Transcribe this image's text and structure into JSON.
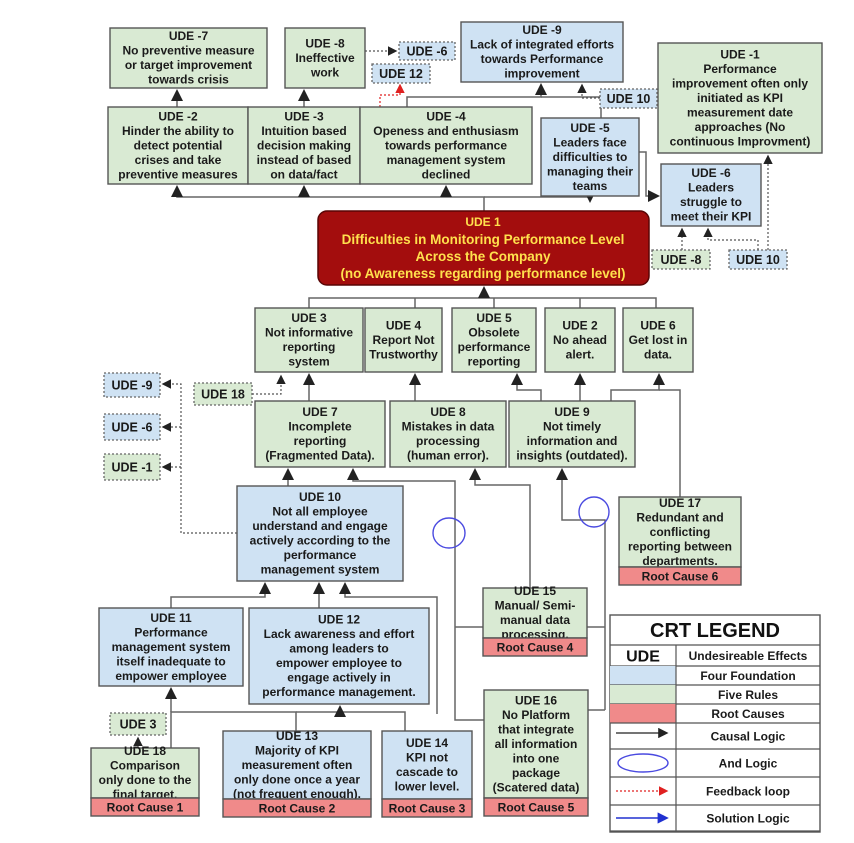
{
  "colors": {
    "four_foundation": "#cfe2f3",
    "five_rules": "#d9ead3",
    "root_cause": "#f08a8a",
    "core": "#a30d0d",
    "core_text": "#ffe14d",
    "border": "#555555",
    "causal": "#222222",
    "and_logic": "#4a4ae0",
    "feedback": "#e02020",
    "solution": "#2030d0"
  },
  "core_problem": {
    "id": "UDE 1",
    "lines": [
      "Difficulties in Monitoring Performance Level",
      "Across the Company",
      "(no Awareness regarding performance level)"
    ]
  },
  "upper_effects": [
    {
      "key": "ude_m7",
      "id": "UDE -7",
      "lines": [
        "No preventive measure",
        "or target improvement",
        "towards crisis"
      ],
      "type": "five_rules"
    },
    {
      "key": "ude_m8",
      "id": "UDE -8",
      "lines": [
        "Ineffective",
        "work"
      ],
      "type": "five_rules"
    },
    {
      "key": "ude_m9",
      "id": "UDE -9",
      "lines": [
        "Lack of integrated efforts",
        "towards Performance",
        "improvement"
      ],
      "type": "four_foundation"
    },
    {
      "key": "ude_m1",
      "id": "UDE -1",
      "lines": [
        "Performance",
        "improvement often only",
        "initiated as KPI",
        "measurement date",
        "approaches (No",
        "continuous Improvment)"
      ],
      "type": "five_rules"
    },
    {
      "key": "ude_m2",
      "id": "UDE -2",
      "lines": [
        "Hinder the ability to",
        "detect potential",
        "crises and take",
        "preventive measures"
      ],
      "type": "five_rules"
    },
    {
      "key": "ude_m3",
      "id": "UDE -3",
      "lines": [
        "Intuition based",
        "decision making",
        "instead of based",
        "on data/fact"
      ],
      "type": "five_rules"
    },
    {
      "key": "ude_m4",
      "id": "UDE -4",
      "lines": [
        "Openess and enthusiasm",
        "towards performance",
        "management system",
        "declined"
      ],
      "type": "five_rules"
    },
    {
      "key": "ude_m5",
      "id": "UDE -5",
      "lines": [
        "Leaders face",
        "difficulties to",
        "managing their",
        "teams"
      ],
      "type": "four_foundation"
    },
    {
      "key": "ude_m6",
      "id": "UDE -6",
      "lines": [
        "Leaders",
        "struggle to",
        "meet their KPI"
      ],
      "type": "four_foundation"
    }
  ],
  "lower_effects": [
    {
      "key": "ude3",
      "id": "UDE 3",
      "lines": [
        "Not informative",
        "reporting",
        "system"
      ],
      "type": "five_rules"
    },
    {
      "key": "ude4",
      "id": "UDE 4",
      "lines": [
        "Report Not",
        "Trustworthy"
      ],
      "type": "five_rules"
    },
    {
      "key": "ude5",
      "id": "UDE 5",
      "lines": [
        "Obsolete",
        "performance",
        "reporting"
      ],
      "type": "five_rules"
    },
    {
      "key": "ude2",
      "id": "UDE 2",
      "lines": [
        "No ahead",
        "alert."
      ],
      "type": "five_rules"
    },
    {
      "key": "ude6",
      "id": "UDE 6",
      "lines": [
        "Get lost in",
        "data."
      ],
      "type": "five_rules"
    },
    {
      "key": "ude7",
      "id": "UDE 7",
      "lines": [
        "Incomplete",
        "reporting",
        "(Fragmented Data)."
      ],
      "type": "five_rules"
    },
    {
      "key": "ude8",
      "id": "UDE 8",
      "lines": [
        "Mistakes in data",
        "processing",
        "(human error)."
      ],
      "type": "five_rules"
    },
    {
      "key": "ude9",
      "id": "UDE 9",
      "lines": [
        "Not timely",
        "information and",
        "insights (outdated)."
      ],
      "type": "five_rules"
    },
    {
      "key": "ude10",
      "id": "UDE 10",
      "lines": [
        "Not all employee",
        "understand and engage",
        "actively according to the",
        "performance",
        "management system"
      ],
      "type": "four_foundation"
    },
    {
      "key": "ude11",
      "id": "UDE 11",
      "lines": [
        "Performance",
        "management system",
        "itself inadequate to",
        "empower employee"
      ],
      "type": "four_foundation"
    },
    {
      "key": "ude12",
      "id": "UDE 12",
      "lines": [
        "Lack awareness and effort",
        "among leaders to",
        "empower employee to",
        "engage actively in",
        "performance management."
      ],
      "type": "four_foundation"
    },
    {
      "key": "ude13",
      "id": "UDE 13",
      "lines": [
        "Majority of KPI",
        "measurement often",
        "only done once a year",
        "(not frequent enough)."
      ],
      "type": "four_foundation",
      "root": "Root Cause 2"
    },
    {
      "key": "ude14",
      "id": "UDE 14",
      "lines": [
        "KPI not",
        "cascade to",
        "lower level."
      ],
      "type": "four_foundation",
      "root": "Root Cause 3"
    },
    {
      "key": "ude15",
      "id": "UDE 15",
      "lines": [
        "Manual/ Semi-",
        "manual data",
        "processing."
      ],
      "type": "five_rules",
      "root": "Root Cause 4"
    },
    {
      "key": "ude16",
      "id": "UDE 16",
      "lines": [
        "No Platform",
        "that integrate",
        "all information",
        "into one",
        "package",
        "(Scatered data)"
      ],
      "type": "five_rules",
      "root": "Root Cause 5"
    },
    {
      "key": "ude17",
      "id": "UDE 17",
      "lines": [
        "Redundant and",
        "conflicting",
        "reporting between",
        "departments."
      ],
      "type": "five_rules",
      "root": "Root Cause 6"
    },
    {
      "key": "ude18",
      "id": "UDE 18",
      "lines": [
        "Comparison",
        "only done to the",
        "final target."
      ],
      "type": "five_rules",
      "root": "Root Cause 1"
    }
  ],
  "reference_tags": [
    {
      "key": "tag_m6_top",
      "label": "UDE -6",
      "type": "four_foundation"
    },
    {
      "key": "tag_12_top",
      "label": "UDE 12",
      "type": "four_foundation"
    },
    {
      "key": "tag_10_top",
      "label": "UDE 10",
      "type": "four_foundation"
    },
    {
      "key": "tag_m8_mid",
      "label": "UDE -8",
      "type": "five_rules"
    },
    {
      "key": "tag_10_mid",
      "label": "UDE 10",
      "type": "four_foundation"
    },
    {
      "key": "tag_m9_left",
      "label": "UDE -9",
      "type": "four_foundation"
    },
    {
      "key": "tag_m6_left",
      "label": "UDE -6",
      "type": "four_foundation"
    },
    {
      "key": "tag_m1_left",
      "label": "UDE -1",
      "type": "five_rules"
    },
    {
      "key": "tag_18_left",
      "label": "UDE 18",
      "type": "five_rules"
    },
    {
      "key": "tag_3_bottom",
      "label": "UDE 3",
      "type": "five_rules"
    }
  ],
  "legend": {
    "title": "CRT LEGEND",
    "rows": [
      {
        "symbol": "text",
        "symbol_text": "UDE",
        "label": "Undesireable Effects"
      },
      {
        "symbol": "four_foundation",
        "label": "Four Foundation"
      },
      {
        "symbol": "five_rules",
        "label": "Five Rules"
      },
      {
        "symbol": "root_cause",
        "label": "Root Causes"
      },
      {
        "symbol": "causal",
        "label": "Causal Logic"
      },
      {
        "symbol": "and",
        "label": "And Logic"
      },
      {
        "symbol": "feedback",
        "label": "Feedback loop"
      },
      {
        "symbol": "solution",
        "label": "Solution Logic"
      }
    ]
  }
}
